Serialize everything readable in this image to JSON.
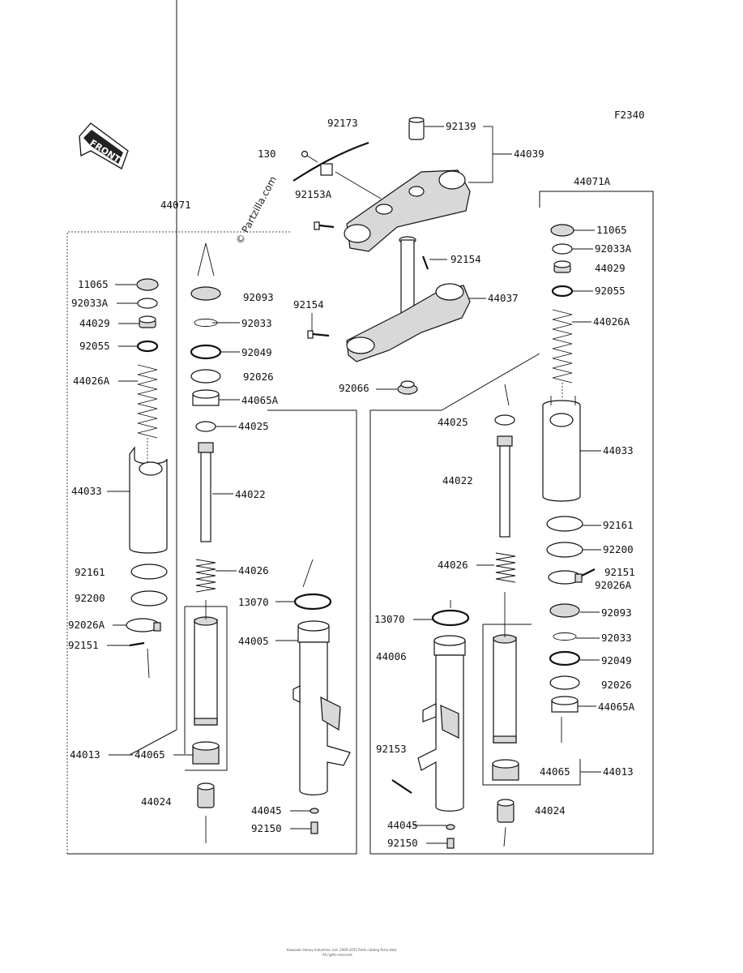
{
  "figure_code": "F2340",
  "front_label": "FRONT",
  "watermark": "© Partzilla.com",
  "footer_line1": "Kawasaki Heavy Industries, Ltd. 2009-2015 Parts catalog fiche data",
  "footer_line2": "All rights reserved",
  "top_labels": {
    "p92173": "92173",
    "p92139": "92139",
    "p130": "130",
    "p44039": "44039",
    "p92153A": "92153A",
    "p92154a": "92154",
    "p92154b": "92154",
    "p44037": "44037",
    "p92066": "92066"
  },
  "left_fork": {
    "assembly": "44071",
    "labels": {
      "p11065": "11065",
      "p92033A": "92033A",
      "p44029": "44029",
      "p92055": "92055",
      "p44026A": "44026A",
      "p44033": "44033",
      "p92161": "92161",
      "p92200": "92200",
      "p92026A": "92026A",
      "p92151": "92151",
      "p44013": "44013",
      "p44065": "44065",
      "p44024": "44024",
      "p92093": "92093",
      "p92033": "92033",
      "p92049": "92049",
      "p92026": "92026",
      "p44065A": "44065A",
      "p44025": "44025",
      "p44022": "44022",
      "p44026": "44026",
      "p13070": "13070",
      "p44005": "44005",
      "p44045": "44045",
      "p92150": "92150"
    }
  },
  "right_fork": {
    "assembly": "44071A",
    "labels": {
      "p11065": "11065",
      "p92033A": "92033A",
      "p44029": "44029",
      "p92055": "92055",
      "p44026A": "44026A",
      "p44033": "44033",
      "p92161": "92161",
      "p92200": "92200",
      "p92151": "92151",
      "p92026A": "92026A",
      "p92093": "92093",
      "p92033": "92033",
      "p92049": "92049",
      "p92026": "92026",
      "p44065A": "44065A",
      "p44065": "44065",
      "p44013": "44013",
      "p44024": "44024",
      "p44025": "44025",
      "p44022": "44022",
      "p44026": "44026",
      "p13070": "13070",
      "p44006": "44006",
      "p92153": "92153",
      "p44045": "44045",
      "p92150": "92150"
    }
  }
}
